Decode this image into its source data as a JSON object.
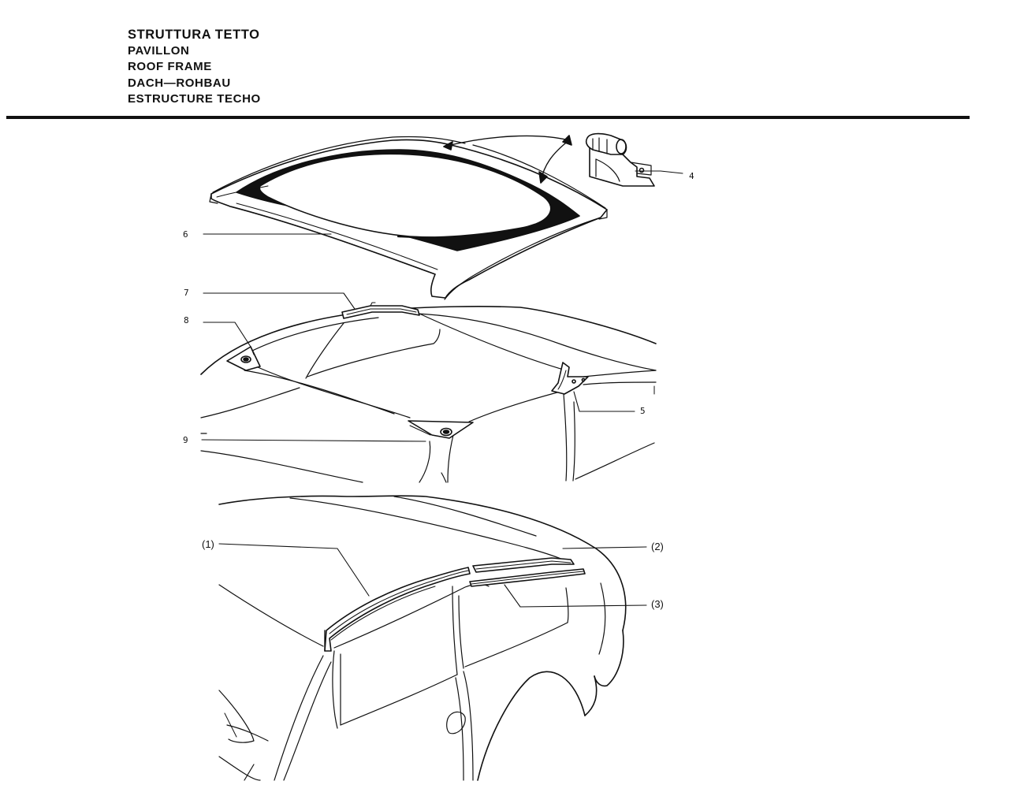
{
  "header": {
    "title": "STRUTTURA TETTO",
    "lines": [
      "PAVILLON",
      "ROOF FRAME",
      "DACH—ROHBAU",
      "ESTRUCTURE TECHO"
    ]
  },
  "callouts": {
    "c4": "4",
    "c5": "5",
    "c6": "6",
    "c7": "7",
    "c8": "8",
    "c9": "9",
    "p1": "(1)",
    "p2": "(2)",
    "p3": "(3)"
  },
  "colors": {
    "ink": "#111111",
    "paper": "#ffffff"
  }
}
